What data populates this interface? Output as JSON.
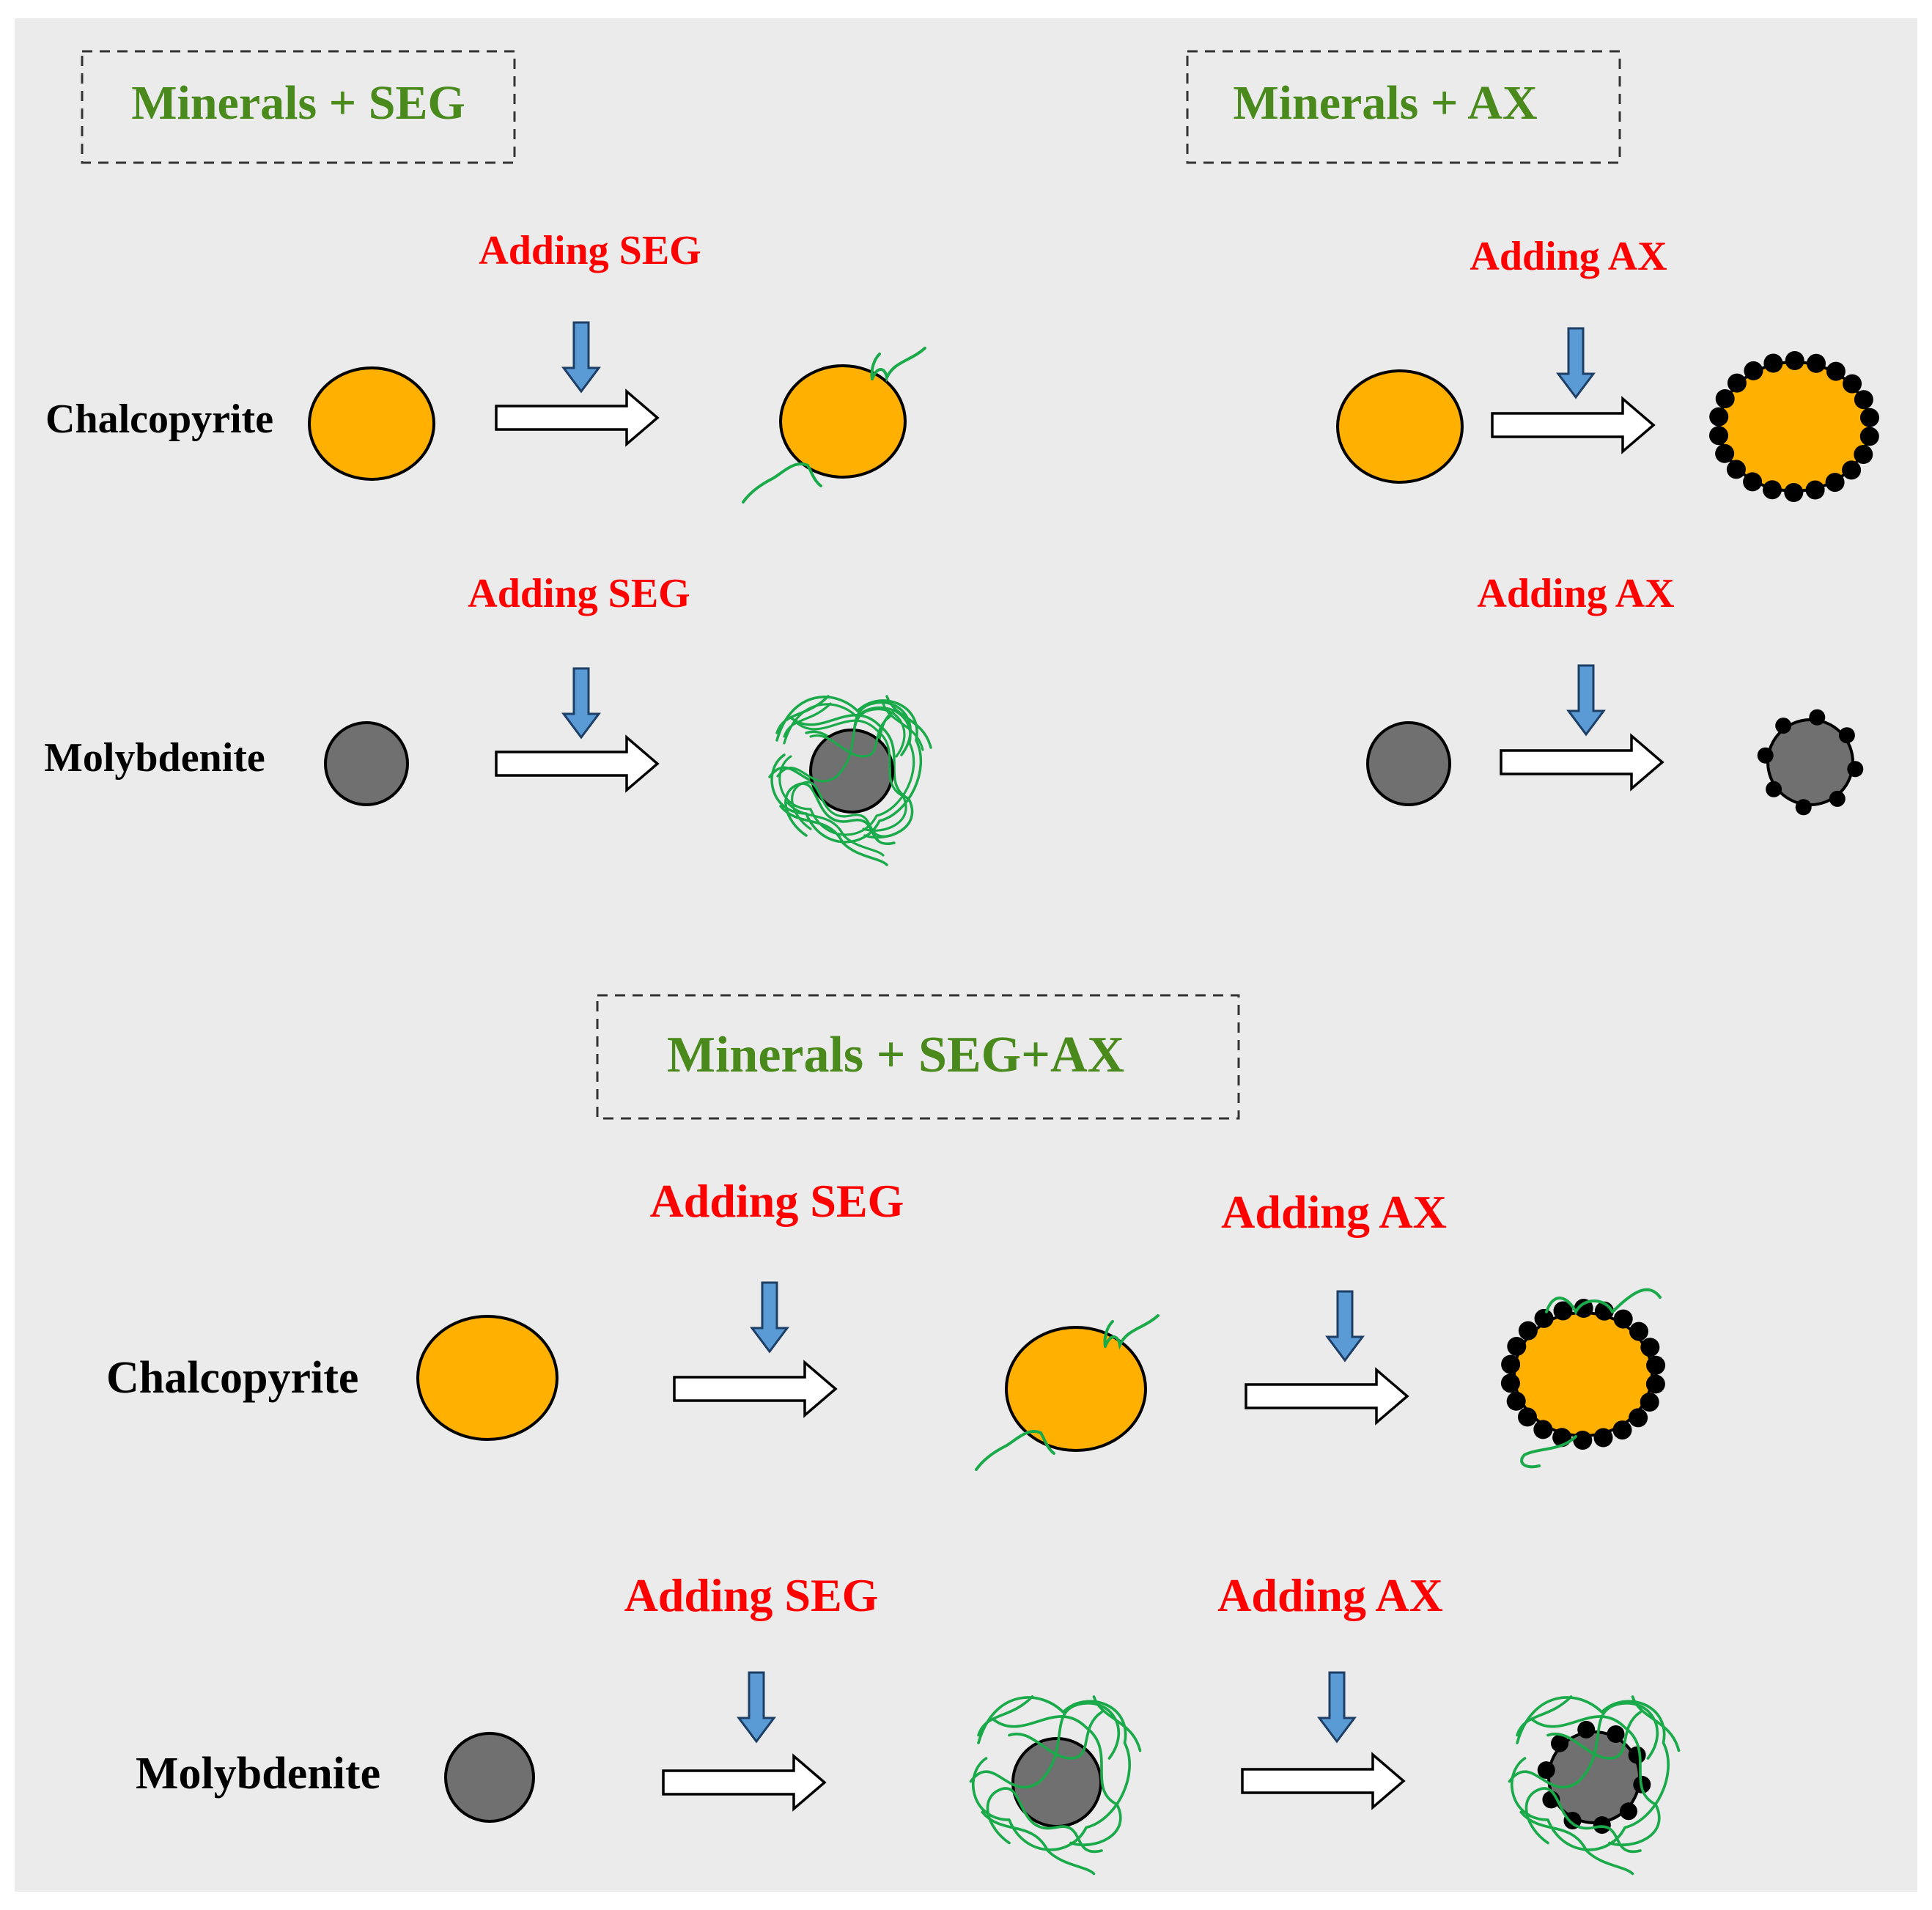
{
  "panels": {
    "seg": {
      "title": "Minerals + SEG"
    },
    "ax": {
      "title": "Minerals + AX"
    },
    "both": {
      "title": "Minerals + SEG+AX"
    }
  },
  "labels": {
    "adding_seg": "Adding  SEG",
    "adding_ax": "Adding  AX",
    "adding_seg_tight": "Adding SEG",
    "adding_ax_tight": "Adding AX",
    "chalcopyrite": "Chalcopyrite",
    "molybdenite": "Molybdenite"
  },
  "colors": {
    "background": "#ebebeb",
    "panel_title": "#4a8a1c",
    "reagent_label": "#ff0000",
    "chalcopyrite_fill": "#ffb000",
    "molybdenite_fill": "#707070",
    "reagent_arrow": "#5b9bd5",
    "seg_polymer": "#1aaa4a",
    "ax_collector": "#000000",
    "process_arrow_fill": "#ffffff",
    "outline": "#000000"
  },
  "legend_semantics": {
    "seg_icon": "green-squiggle-icon",
    "ax_icon": "black-dot-icon",
    "process_icon": "hollow-right-arrow-icon",
    "reagent_icon": "blue-down-arrow-icon"
  }
}
